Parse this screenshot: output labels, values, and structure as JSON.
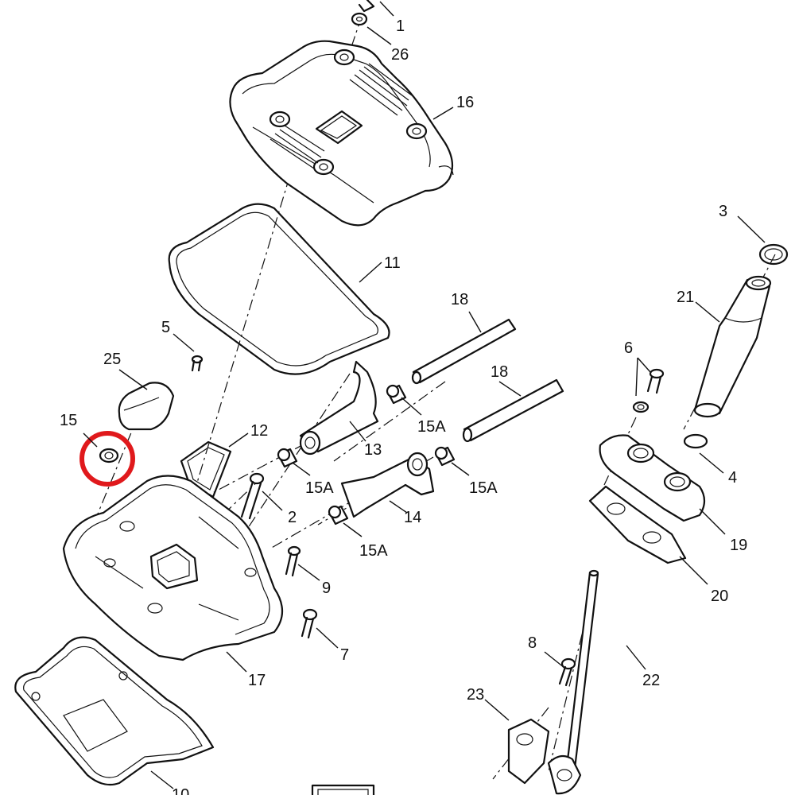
{
  "colors": {
    "line": "#111111",
    "highlight": "#e0191c",
    "background": "#ffffff"
  },
  "callouts": [
    {
      "id": "c1",
      "text": "1"
    },
    {
      "id": "c26",
      "text": "26"
    },
    {
      "id": "c16",
      "text": "16"
    },
    {
      "id": "c3",
      "text": "3"
    },
    {
      "id": "c11",
      "text": "11"
    },
    {
      "id": "c21",
      "text": "21"
    },
    {
      "id": "c18a",
      "text": "18"
    },
    {
      "id": "c5",
      "text": "5"
    },
    {
      "id": "c25",
      "text": "25"
    },
    {
      "id": "c18b",
      "text": "18"
    },
    {
      "id": "c6",
      "text": "6"
    },
    {
      "id": "c15",
      "text": "15"
    },
    {
      "id": "c15a1",
      "text": "15A"
    },
    {
      "id": "c12",
      "text": "12"
    },
    {
      "id": "c13",
      "text": "13"
    },
    {
      "id": "c15a2",
      "text": "15A"
    },
    {
      "id": "c15a3",
      "text": "15A"
    },
    {
      "id": "c4",
      "text": "4"
    },
    {
      "id": "c2",
      "text": "2"
    },
    {
      "id": "c14",
      "text": "14"
    },
    {
      "id": "c15a4",
      "text": "15A"
    },
    {
      "id": "c19",
      "text": "19"
    },
    {
      "id": "c9",
      "text": "9"
    },
    {
      "id": "c20",
      "text": "20"
    },
    {
      "id": "c7",
      "text": "7"
    },
    {
      "id": "c8",
      "text": "8"
    },
    {
      "id": "c22",
      "text": "22"
    },
    {
      "id": "c17",
      "text": "17"
    },
    {
      "id": "c23",
      "text": "23"
    },
    {
      "id": "c10",
      "text": "10"
    }
  ],
  "highlight": {
    "target": "15"
  }
}
